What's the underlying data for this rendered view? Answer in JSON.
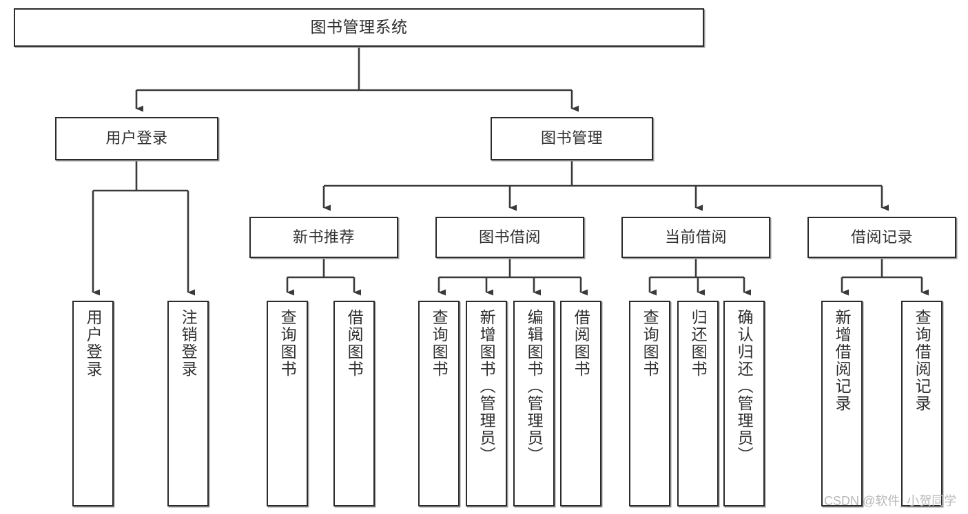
{
  "diagram": {
    "title": "图书管理系统",
    "type": "tree-hierarchy-chart",
    "colors": {
      "box_border": "#2b2b2b",
      "box_fill": "#ffffff",
      "edge": "#3a3a3a",
      "text": "#2f2f2f",
      "shadow": "#9a9a9a",
      "watermark": "#b9b9b9"
    }
  },
  "nodes": {
    "root": {
      "label": "图书管理系统"
    },
    "level2": [
      {
        "id": "user-login",
        "label": "用户登录"
      },
      {
        "id": "book-management",
        "label": "图书管理"
      }
    ],
    "level3": [
      {
        "id": "new-book-recommend",
        "label": "新书推荐"
      },
      {
        "id": "book-borrow",
        "label": "图书借阅"
      },
      {
        "id": "current-borrow",
        "label": "当前借阅"
      },
      {
        "id": "borrow-record",
        "label": "借阅记录"
      }
    ],
    "leaves": {
      "user_login": [
        {
          "id": "leaf-user-login",
          "label": "用户登录"
        },
        {
          "id": "leaf-logout-login",
          "label": "注销登录"
        }
      ],
      "new_book_recommend": [
        {
          "id": "leaf-query-book-1",
          "label": "查询图书"
        },
        {
          "id": "leaf-borrow-book-1",
          "label": "借阅图书"
        }
      ],
      "book_borrow": [
        {
          "id": "leaf-query-book-2",
          "label": "查询图书"
        },
        {
          "id": "leaf-add-book",
          "label": "新增图书（管理员）"
        },
        {
          "id": "leaf-edit-book",
          "label": "编辑图书（管理员）"
        },
        {
          "id": "leaf-borrow-book-2",
          "label": "借阅图书"
        }
      ],
      "current_borrow": [
        {
          "id": "leaf-query-book-3",
          "label": "查询图书"
        },
        {
          "id": "leaf-return-book",
          "label": "归还图书"
        },
        {
          "id": "leaf-confirm-return",
          "label": "确认归还（管理员）"
        }
      ],
      "borrow_record": [
        {
          "id": "leaf-add-record",
          "label": "新增借阅记录"
        },
        {
          "id": "leaf-query-record",
          "label": "查询借阅记录"
        }
      ]
    }
  },
  "watermark": {
    "text": "CSDN @软件_小贺同学"
  }
}
